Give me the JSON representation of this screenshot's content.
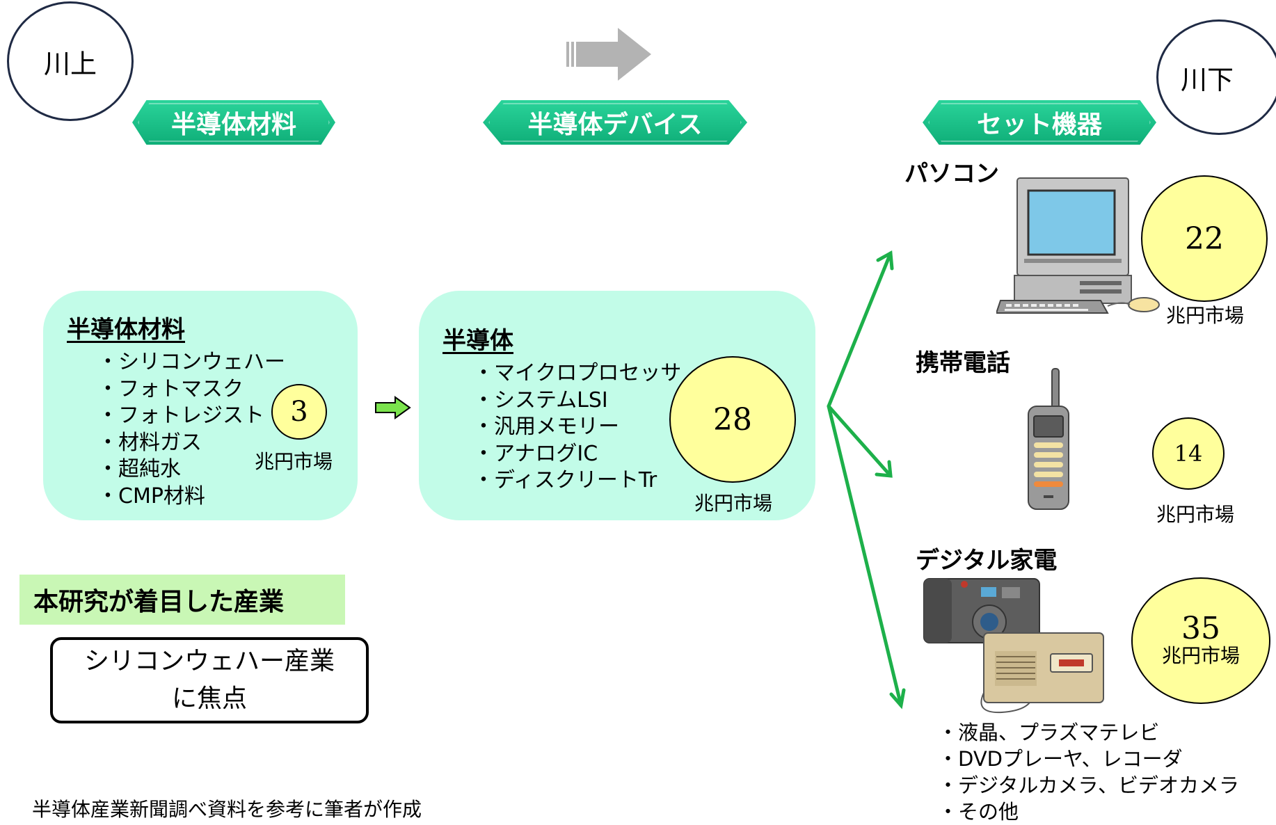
{
  "upstream_label": "川上",
  "downstream_label": "川下",
  "banners": {
    "materials": "半導体材料",
    "devices": "半導体デバイス",
    "equipment": "セット機器"
  },
  "materials_panel": {
    "title": "半導体材料",
    "items": [
      "・シリコンウェハー",
      "・フォトマスク",
      "・フォトレジスト",
      "・材料ガス",
      "・超純水",
      "・CMP材料"
    ],
    "market_value": "3",
    "market_unit": "兆円市場"
  },
  "semiconductor_panel": {
    "title": "半導体",
    "items": [
      "・マイクロプロセッサ",
      "・システムLSI",
      "・汎用メモリー",
      "・アナログIC",
      "・ディスクリートTr"
    ],
    "market_value": "28",
    "market_unit": "兆円市場"
  },
  "pc": {
    "title": "パソコン",
    "market_value": "22",
    "market_unit": "兆円市場"
  },
  "mobile": {
    "title": "携帯電話",
    "market_value": "14",
    "market_unit": "兆円市場"
  },
  "digital": {
    "title": "デジタル家電",
    "market_value": "35",
    "market_unit": "兆円市場",
    "items": [
      "・液晶、プラズマテレビ",
      "・DVDプレーヤ、レコーダ",
      "・デジタルカメラ、ビデオカメラ",
      "・その他"
    ]
  },
  "focus": {
    "heading": "本研究が着目した産業",
    "line1": "シリコンウェハー産業",
    "line2": "に焦点"
  },
  "source_note": "半導体産業新聞調べ資料を参考に筆者が作成",
  "colors": {
    "banner": "#14b981",
    "panel": "#c2fce8",
    "bubble": "#ffff9c",
    "arrow_green": "#1db04a",
    "highlight": "#c9f7b5"
  }
}
